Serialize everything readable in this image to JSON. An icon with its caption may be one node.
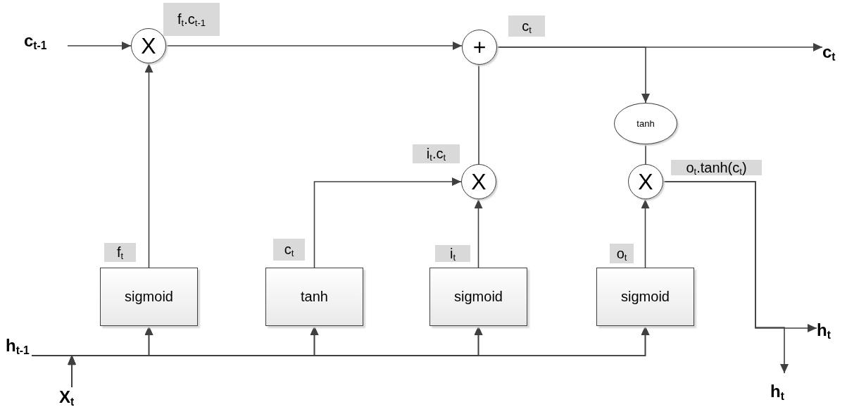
{
  "diagram": {
    "nodes": [
      {
        "text": [
          "c$_{t-1}$"
        ]
      },
      {
        "text": [
          "X"
        ],
        "beside": [
          "f$_{t}$.c$_{t-1}$"
        ]
      },
      {
        "text": [
          "+"
        ],
        "beside": [
          "c$_{t}$"
        ]
      },
      {
        "text": [
          "c$_{t}$"
        ]
      },
      {
        "text": [
          "tanh"
        ]
      },
      {
        "text": [
          "X"
        ],
        "beside": [
          "i$_{t}$.c$_{t}$"
        ]
      },
      {
        "text": [
          "X"
        ],
        "beside": [
          "o$_{t}$.tanh(c$_{t}$)"
        ]
      },
      {
        "text": [
          "sigmoid"
        ],
        "beside": [
          "f$_{t}$"
        ]
      },
      {
        "text": [
          "tanh"
        ],
        "beside": [
          "c$_{t}$"
        ]
      },
      {
        "text": [
          "sigmoid"
        ],
        "beside": [
          "i$_{t}$"
        ]
      },
      {
        "text": [
          "sigmoid"
        ],
        "beside": [
          "o$_{t}$"
        ]
      },
      {
        "text": [
          "h$_{t-1}$"
        ]
      },
      {
        "text": [
          "X$_{t}$"
        ]
      },
      {
        "text": [
          "h$_{t}$"
        ]
      },
      {
        "text": [
          "h$_{t}$"
        ]
      }
    ],
    "edges": [
      {
        "from": 0,
        "to": 1,
        "arrow": "to"
      },
      {
        "from": 1,
        "to": 2,
        "arrow": "to"
      },
      {
        "from": 2,
        "to": 3,
        "arrow": "to"
      },
      {
        "from": 2,
        "to": 4,
        "arrow": "to"
      },
      {
        "from": 4,
        "to": 6,
        "arrow": "none"
      },
      {
        "from": 5,
        "to": 2,
        "arrow": "none"
      },
      {
        "from": 7,
        "to": 1,
        "arrow": "to"
      },
      {
        "from": 8,
        "to": 5,
        "arrow": "to"
      },
      {
        "from": 9,
        "to": 5,
        "arrow": "to"
      },
      {
        "from": 10,
        "to": 6,
        "arrow": "to"
      },
      {
        "from": 6,
        "to": 13,
        "arrow": "to"
      },
      {
        "from": 6,
        "to": 14,
        "arrow": "to"
      },
      {
        "from": 11,
        "to": 7,
        "arrow": "to"
      },
      {
        "from": 11,
        "to": 8,
        "arrow": "to"
      },
      {
        "from": 11,
        "to": 9,
        "arrow": "to"
      },
      {
        "from": 11,
        "to": 10,
        "arrow": "to"
      },
      {
        "from": 12,
        "to": 7,
        "arrow": "to"
      },
      {
        "from": 12,
        "to": 8,
        "arrow": "to"
      },
      {
        "from": 12,
        "to": 9,
        "arrow": "to"
      },
      {
        "from": 12,
        "to": 10,
        "arrow": "to"
      }
    ]
  }
}
